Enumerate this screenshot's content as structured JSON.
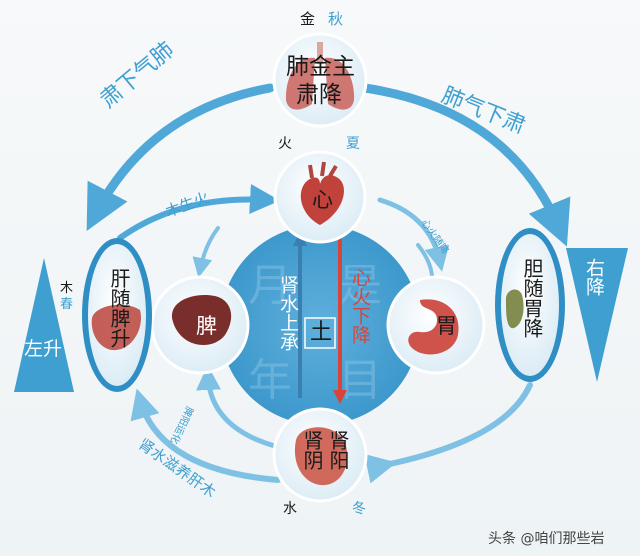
{
  "colors": {
    "main_blue": "#3f9fd1",
    "light_blue": "#65b7de",
    "pale_blue": "#a8d6ee",
    "red_line": "#d8443c",
    "dark_text": "#1a1a1a",
    "white": "#ffffff"
  },
  "top": {
    "element": "金",
    "season": "秋",
    "organ_text": "肺金主肃降",
    "organ_line1": "肺金主",
    "organ_line2": "肃降",
    "organ_icon": "lungs-icon"
  },
  "heart": {
    "element": "火",
    "season": "夏",
    "label": "心",
    "organ_icon": "heart-icon"
  },
  "bottom": {
    "element": "水",
    "season": "冬",
    "label_col1": "肾阴",
    "label_col2": "肾阳",
    "organ_icon": "kidney-icon"
  },
  "left_inner": {
    "label": "脾",
    "organ_icon": "spleen-icon"
  },
  "right_inner": {
    "label": "胃",
    "organ_icon": "stomach-icon"
  },
  "left_outer": {
    "element": "木",
    "season": "春",
    "label": "肝随脾升",
    "organ_icon": "liver-icon"
  },
  "right_outer": {
    "label": "胆随胃降",
    "organ_icon": "gallbladder-icon"
  },
  "center": {
    "label": "土",
    "left_text": "肾水上承",
    "right_text": "心火下降"
  },
  "arcs": {
    "top_left": "肃下气肺",
    "top_right": "肺气下肃",
    "inner_top_left": "木生火",
    "inner_top_right": "心火随降",
    "inner_bottom_left": "脾阳运化",
    "bottom_left": "肾水滋养肝木"
  },
  "side_labels": {
    "left": "左升",
    "right": "右降"
  },
  "watermark": "头条 @咱们那些岩"
}
